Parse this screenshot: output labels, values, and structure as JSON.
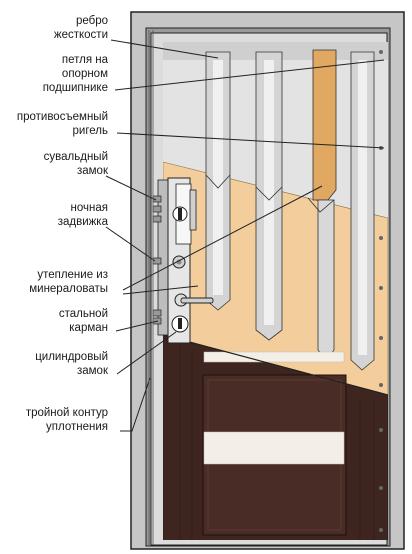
{
  "labels": {
    "rib": [
      "ребро",
      "жесткости"
    ],
    "hinge": [
      "петля на",
      "опорном",
      "подшипнике"
    ],
    "anti_removal": [
      "противосъемный",
      "ригель"
    ],
    "lever_lock": [
      "сувальдный",
      "замок"
    ],
    "night_latch": [
      "ночная",
      "задвижка"
    ],
    "insulation": [
      "утепление из",
      "минераловаты"
    ],
    "steel_pocket": [
      "стальной",
      "карман"
    ],
    "cylinder_lock": [
      "цилиндровый",
      "замок"
    ],
    "seal": [
      "тройной контур",
      "уплотнения"
    ]
  },
  "colors": {
    "frame": "#c8c8c8",
    "outline": "#222222",
    "steel": "#d9d9d9",
    "insulation": "#f3ce9c",
    "wood_rib": "#e0a860",
    "wenge": "#3e2520",
    "stripe": "#f4efe6",
    "lock_plate": "#e6e6e6"
  }
}
